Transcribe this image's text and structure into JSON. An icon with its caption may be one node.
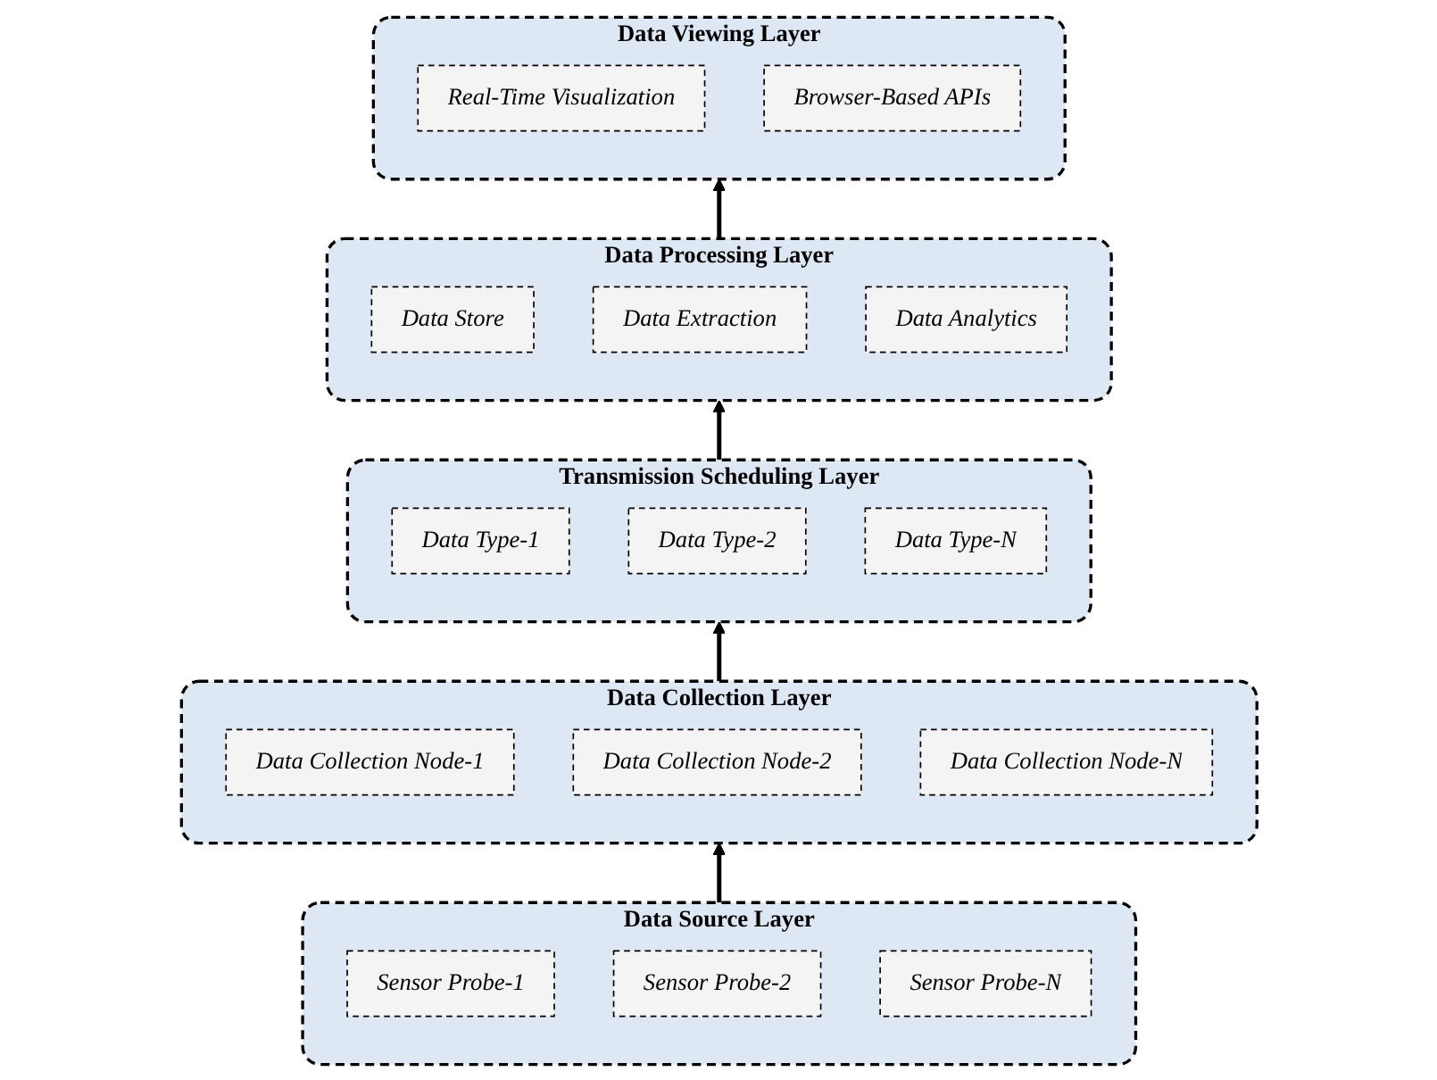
{
  "diagram": {
    "nodes": [
      {
        "text": [
          "Data Viewing Layer"
        ]
      },
      {
        "text": [
          "Real-Time Visualization"
        ],
        "in": 0
      },
      {
        "text": [
          "Browser-Based APIs"
        ],
        "in": 0
      },
      {
        "text": [
          "Data Processing Layer"
        ]
      },
      {
        "text": [
          "Data Store"
        ],
        "in": 3
      },
      {
        "text": [
          "Data Extraction"
        ],
        "in": 3
      },
      {
        "text": [
          "Data Analytics"
        ],
        "in": 3
      },
      {
        "text": [
          "Transmission Scheduling Layer"
        ]
      },
      {
        "text": [
          "Data Type-1"
        ],
        "in": 7
      },
      {
        "text": [
          "Data Type-2"
        ],
        "in": 7
      },
      {
        "text": [
          "Data Type-N"
        ],
        "in": 7
      },
      {
        "text": [
          "Data Collection Layer"
        ]
      },
      {
        "text": [
          "Data Collection Node-1"
        ],
        "in": 11
      },
      {
        "text": [
          "Data Collection Node-2"
        ],
        "in": 11
      },
      {
        "text": [
          "Data Collection Node-N"
        ],
        "in": 11
      },
      {
        "text": [
          "Data Source Layer"
        ]
      },
      {
        "text": [
          "Sensor Probe-1"
        ],
        "in": 15
      },
      {
        "text": [
          "Sensor Probe-2"
        ],
        "in": 15
      },
      {
        "text": [
          "Sensor Probe-N"
        ],
        "in": 15
      }
    ],
    "edges": [
      {
        "from": 15,
        "to": 11,
        "arrow": "to"
      },
      {
        "from": 11,
        "to": 7,
        "arrow": "to"
      },
      {
        "from": 7,
        "to": 3,
        "arrow": "to"
      },
      {
        "from": 3,
        "to": 0,
        "arrow": "to"
      }
    ]
  }
}
